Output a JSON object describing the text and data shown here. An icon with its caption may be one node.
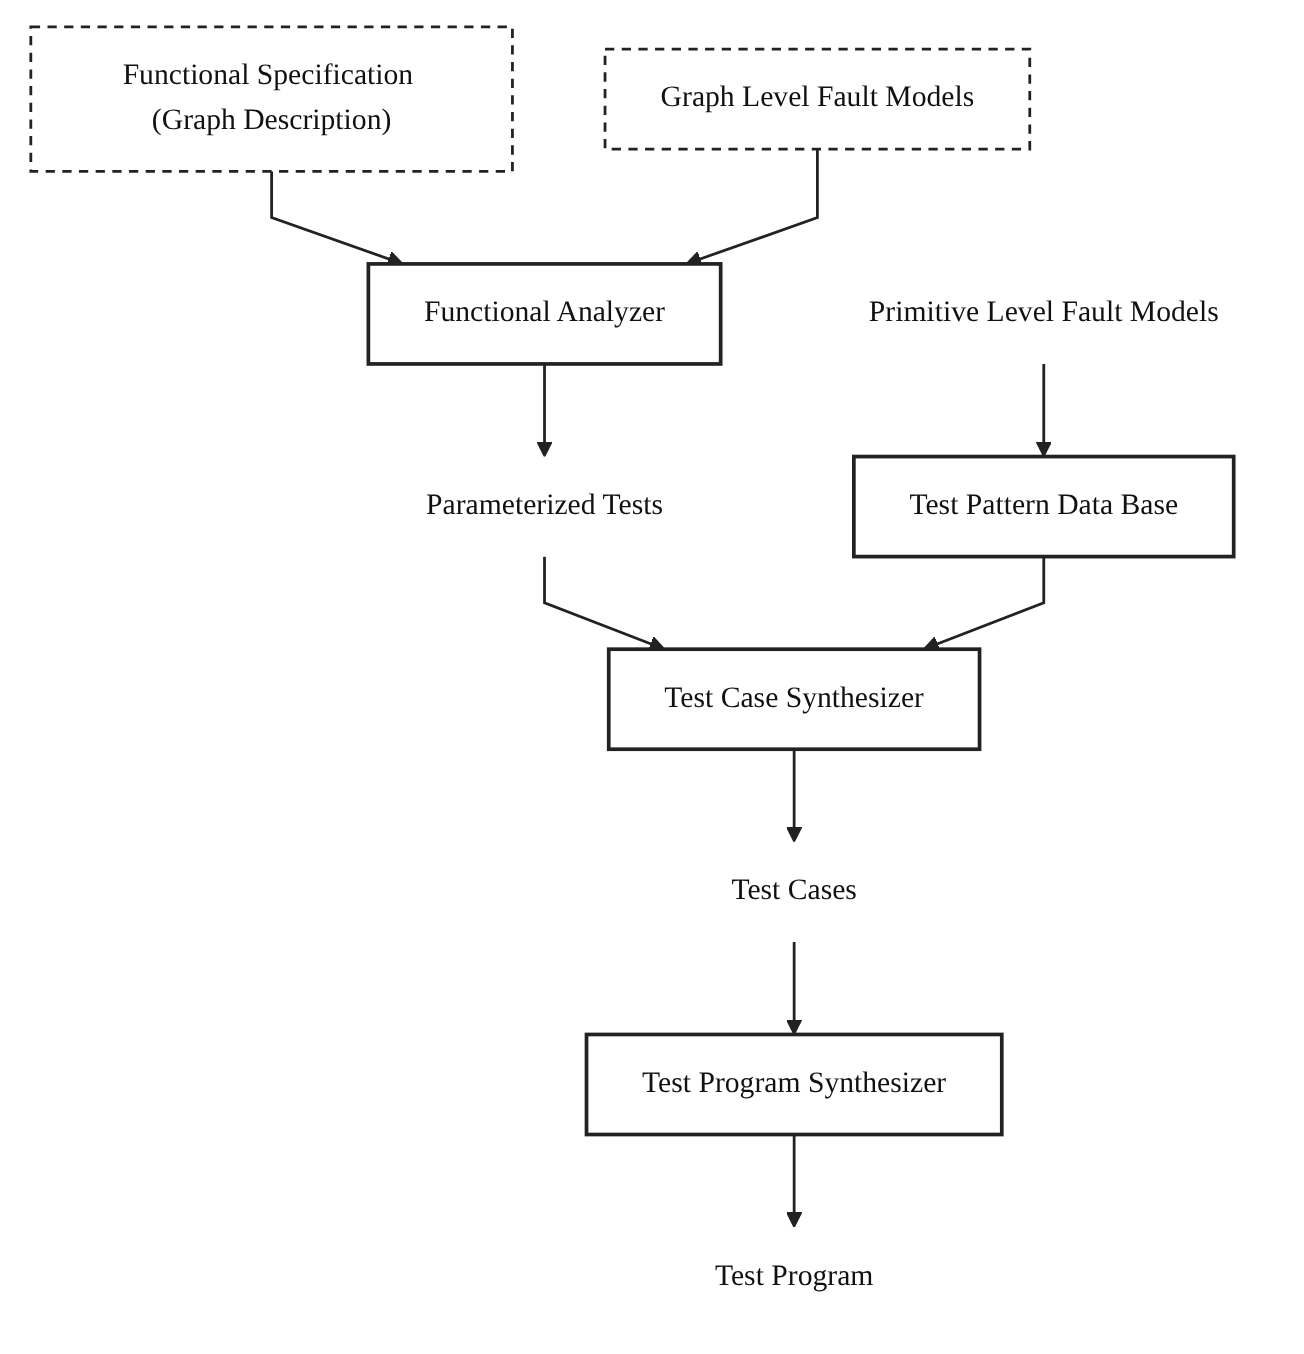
{
  "diagram": {
    "nodes": [
      {
        "text": [
          "Functional Specification (Graph Description)"
        ]
      },
      {
        "text": [
          "Functional Analyzer"
        ]
      },
      {
        "text": [
          "Graph Level Fault Models"
        ]
      },
      {
        "text": [
          "Parameterized Tests"
        ]
      },
      {
        "text": [
          "Primitive Level Fault Models"
        ]
      },
      {
        "text": [
          "Test Case Synthesizer"
        ]
      },
      {
        "text": [
          "Test Pattern Data Base"
        ]
      },
      {
        "text": [
          "Test Cases"
        ]
      },
      {
        "text": [
          "Test Program Synthesizer"
        ]
      },
      {
        "text": [
          "Test Program"
        ]
      }
    ],
    "edges": [
      {
        "from": 0,
        "to": 1,
        "arrow": "to"
      },
      {
        "from": 2,
        "to": 1,
        "arrow": "to"
      },
      {
        "from": 1,
        "to": 3,
        "arrow": "to"
      },
      {
        "from": 3,
        "to": 5,
        "arrow": "to"
      },
      {
        "from": 4,
        "to": 6,
        "arrow": "to"
      },
      {
        "from": 6,
        "to": 5,
        "arrow": "to"
      },
      {
        "from": 5,
        "to": 7,
        "arrow": "to"
      },
      {
        "from": 7,
        "to": 8,
        "arrow": "to"
      },
      {
        "from": 8,
        "to": 9,
        "arrow": "to"
      }
    ]
  }
}
